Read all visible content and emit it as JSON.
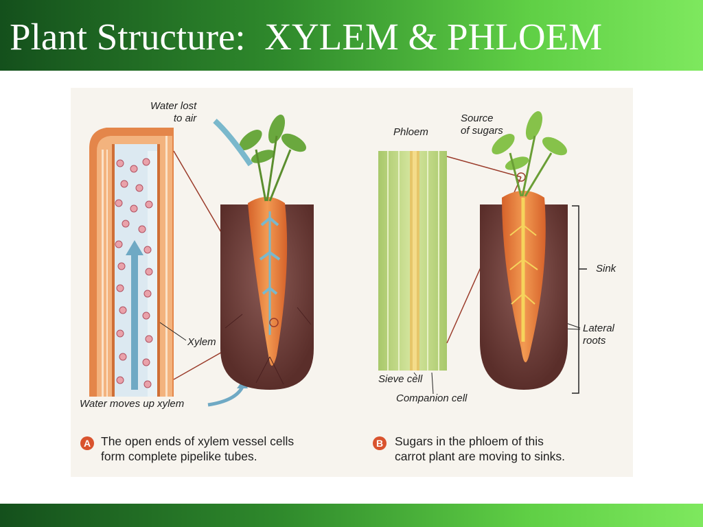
{
  "slide": {
    "title": "Plant Structure:  XYLEM & PHLOEM"
  },
  "figure": {
    "panel_a": {
      "labels": {
        "water_lost": "Water lost\nto air",
        "xylem": "Xylem",
        "water_moves": "Water moves up xylem"
      },
      "caption_letter": "A",
      "caption_line1": "The open ends of xylem vessel cells",
      "caption_line2": "form complete pipelike tubes."
    },
    "panel_b": {
      "labels": {
        "phloem": "Phloem",
        "source": "Source\nof sugars",
        "sink": "Sink",
        "lateral_roots": "Lateral\nroots",
        "sieve_cell": "Sieve cell",
        "companion_cell": "Companion cell"
      },
      "caption_letter": "B",
      "caption_line1": "Sugars in the phloem of this",
      "caption_line2": "carrot plant are moving to sinks."
    }
  },
  "colors": {
    "title_green_dark": "#14501c",
    "title_green_light": "#7ee85e",
    "carrot_orange": "#e2742e",
    "soil_brown": "#6a3a35",
    "water_blue": "#7ab8cc",
    "phloem_green": "#b9d47a",
    "badge_red": "#d9532e"
  }
}
